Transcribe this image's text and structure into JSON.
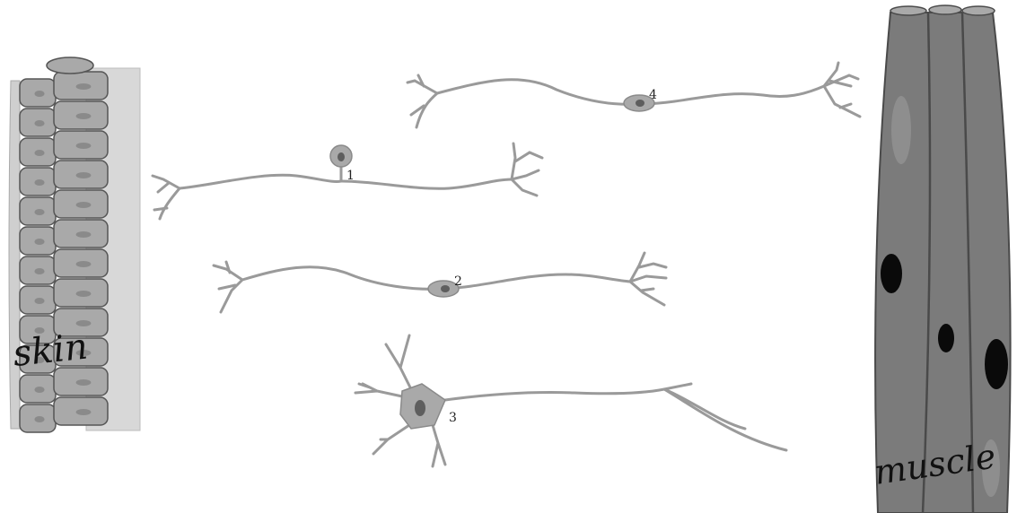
{
  "diagram": {
    "tissues": {
      "skin": "skin",
      "muscle": "muscle"
    },
    "neurons": [
      {
        "id": "1",
        "type": "unipolar"
      },
      {
        "id": "2",
        "type": "bipolar"
      },
      {
        "id": "3",
        "type": "multipolar"
      },
      {
        "id": "4",
        "type": "bipolar"
      }
    ],
    "colors": {
      "cell_fill": "#a9a9a9",
      "cell_stroke": "#666666",
      "axon": "#9a9a9a",
      "nucleus": "#5e5e5e",
      "muscle_fill": "#7b7b7b",
      "muscle_nucleus": "#0a0a0a",
      "skin_backing": "#d8d8d8"
    }
  }
}
